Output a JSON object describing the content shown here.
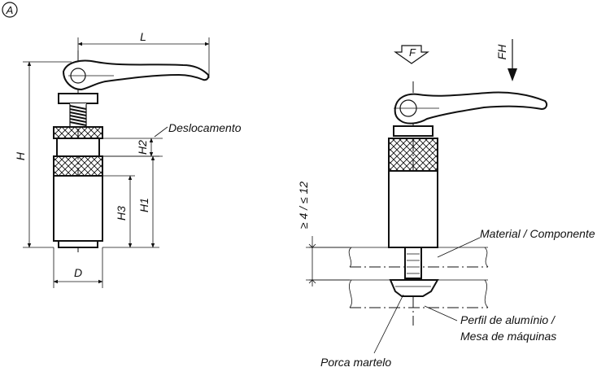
{
  "view_marker": "A",
  "labels": {
    "displacement": "Deslocamento",
    "material": "Material / Componente",
    "profile_line1": "Perfil de alumínio /",
    "profile_line2": "Mesa de máquinas",
    "t_nut": "Porca martelo"
  },
  "dimensions": {
    "L": "L",
    "H": "H",
    "H1": "H1",
    "H2": "H2",
    "H3": "H3",
    "D": "D",
    "thread_range": "≥ 4 / ≤ 12"
  },
  "forces": {
    "F": "F",
    "FH": "FH"
  }
}
